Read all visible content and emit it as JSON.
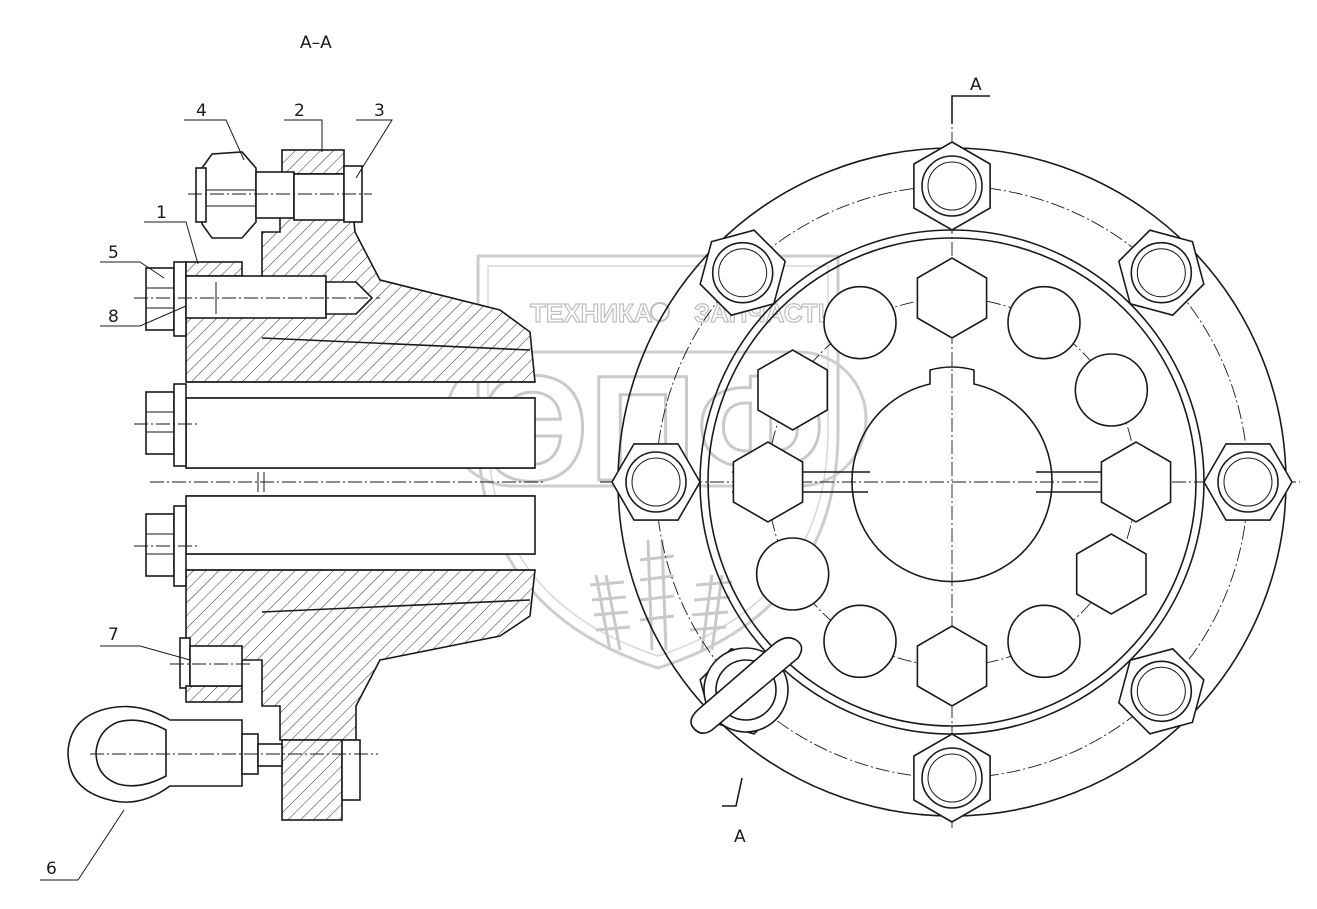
{
  "section_title": "A–A",
  "section_marks": {
    "top": "A",
    "bottom": "A"
  },
  "callouts": [
    {
      "id": "c1",
      "label": "1"
    },
    {
      "id": "c2",
      "label": "2"
    },
    {
      "id": "c3",
      "label": "3"
    },
    {
      "id": "c4",
      "label": "4"
    },
    {
      "id": "c5",
      "label": "5"
    },
    {
      "id": "c6",
      "label": "6"
    },
    {
      "id": "c7",
      "label": "7"
    },
    {
      "id": "c8",
      "label": "8"
    }
  ],
  "watermark": {
    "brand_top_left": "ТЕХНИКА",
    "brand_top_right": "ЗАПЧАСТИ",
    "logo_letters": "ЭПФ"
  },
  "colors": {
    "line": "#1a1a1a",
    "watermark": "#c4c4c4",
    "background": "#ffffff"
  }
}
